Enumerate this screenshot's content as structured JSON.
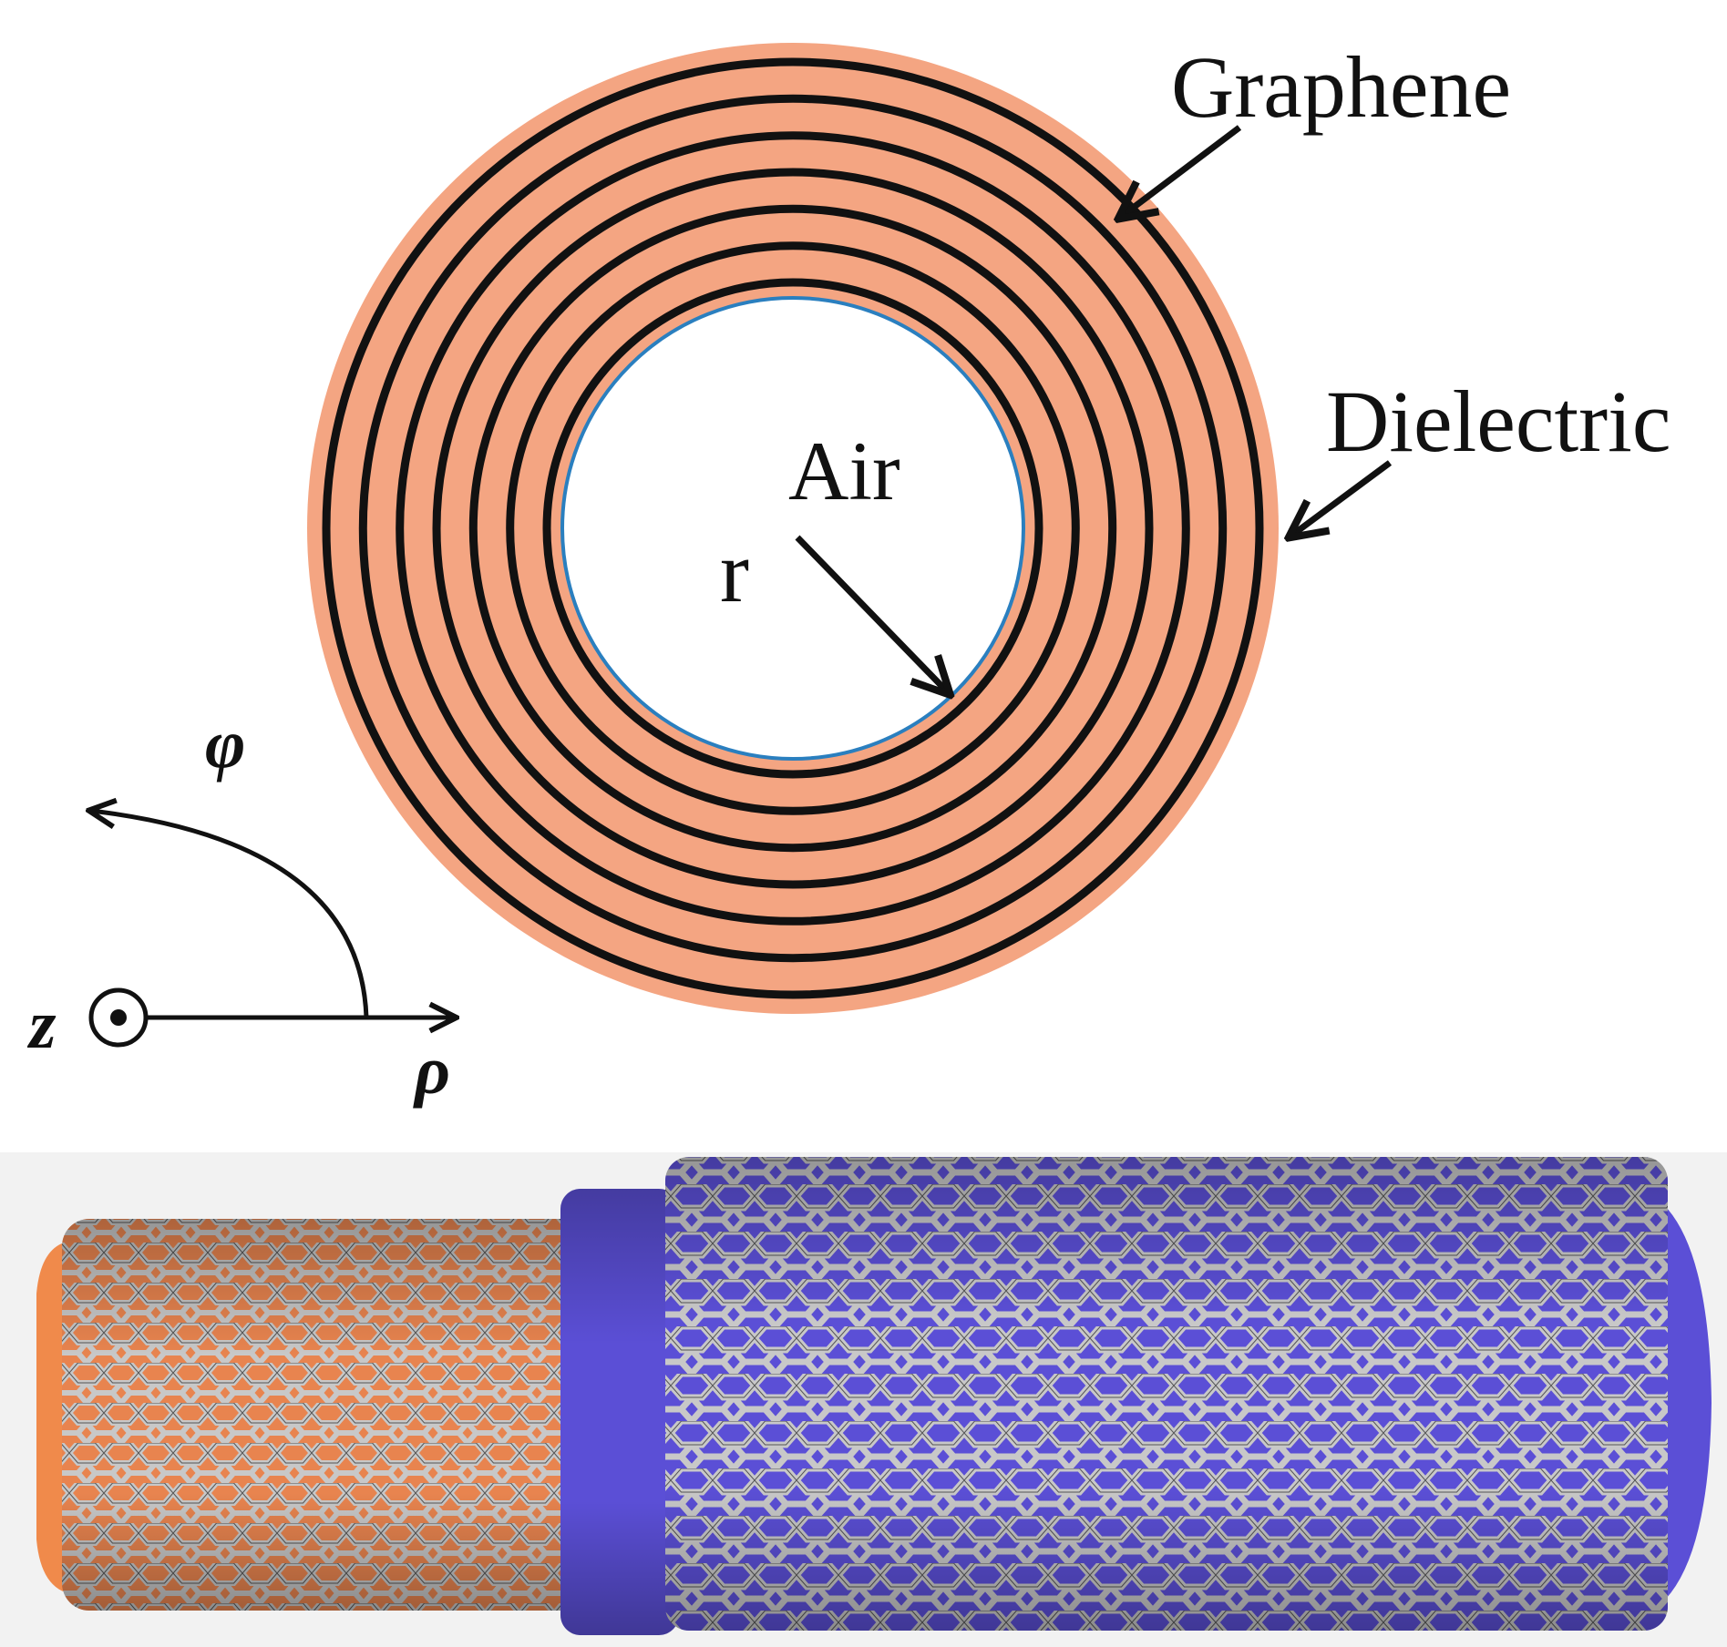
{
  "labels": {
    "graphene": "Graphene",
    "dielectric": "Dielectric",
    "air": "Air",
    "radius": "r",
    "phi": "φ",
    "z": "z",
    "rho": "ρ"
  },
  "colors": {
    "dielectric": "#f4a582",
    "graphene_line": "#111111",
    "air_border": "#2a7fbf",
    "inner_tube_fill": "#e8844f",
    "outer_tube_fill": "#5b4fd6",
    "lattice": "#c8c8c8"
  },
  "graphene_layer_count": 7
}
